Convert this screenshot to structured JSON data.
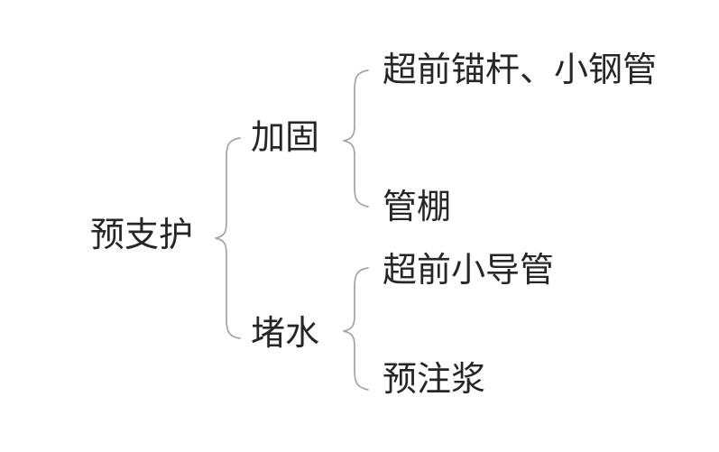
{
  "diagram": {
    "type": "brace-tree",
    "background_color": "#ffffff",
    "text_color": "#262626",
    "brace_color": "#a3a3a3",
    "root": {
      "label": "预支护"
    },
    "branches": [
      {
        "label": "加固",
        "leaves": [
          {
            "label": "超前锚杆、小钢管"
          },
          {
            "label": "管棚"
          }
        ]
      },
      {
        "label": "堵水",
        "leaves": [
          {
            "label": "超前小导管"
          },
          {
            "label": "预注浆"
          }
        ]
      }
    ]
  }
}
